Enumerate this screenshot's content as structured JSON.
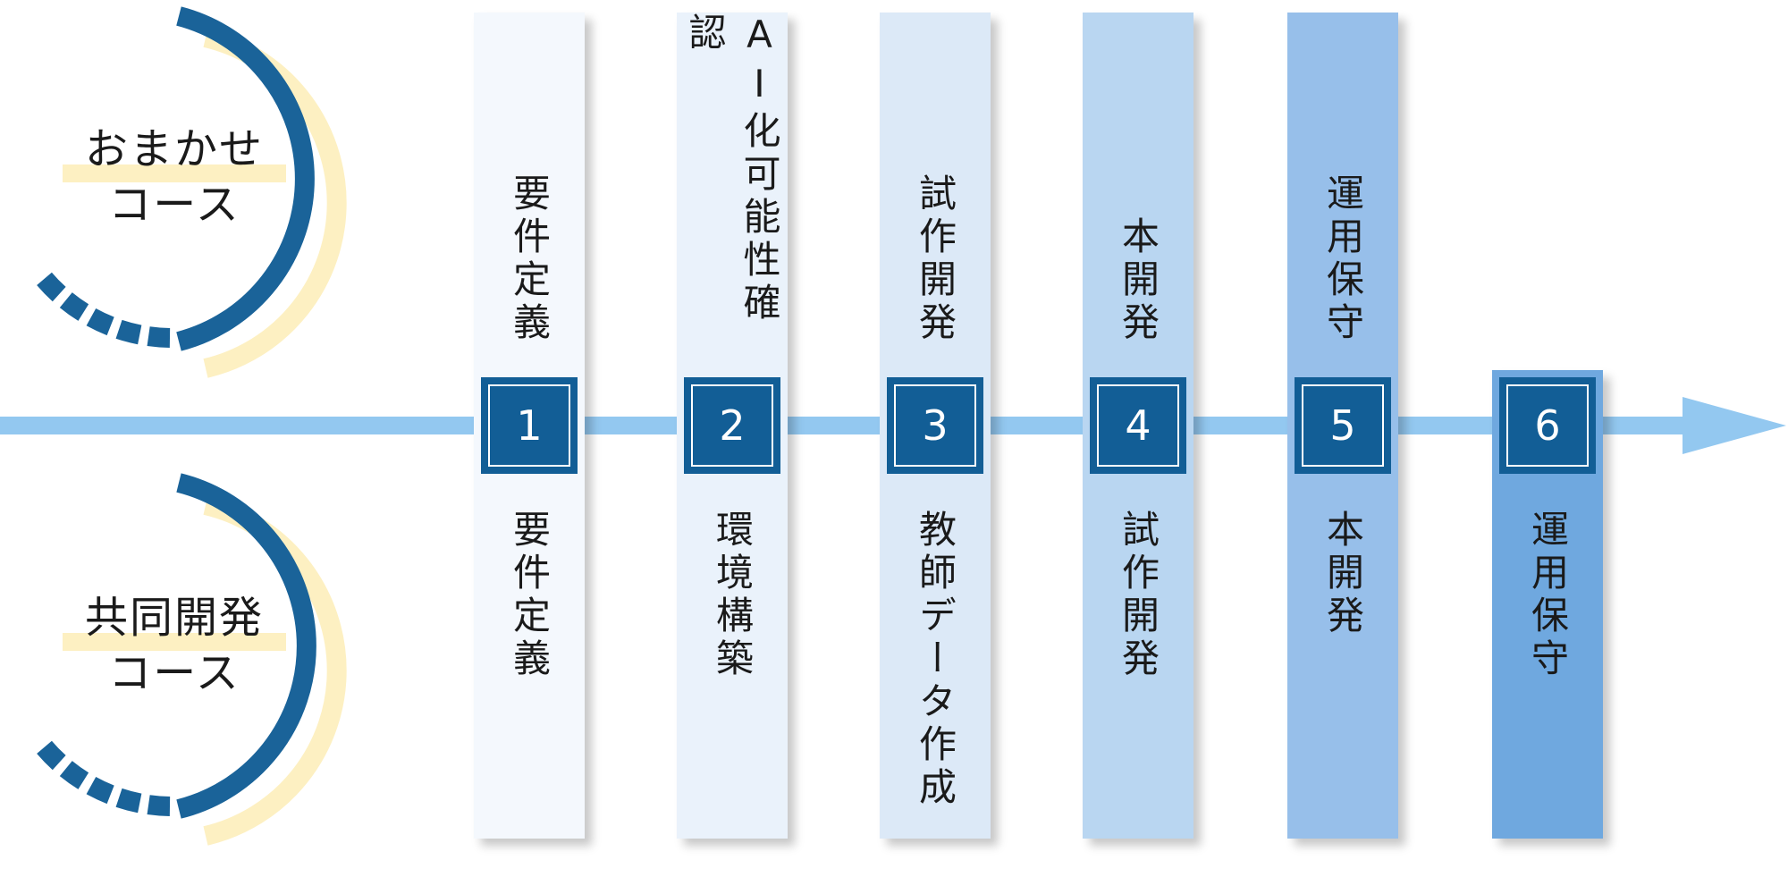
{
  "courses": [
    {
      "id": "omakase",
      "lines": [
        "おまかせ",
        "コース"
      ]
    },
    {
      "id": "kyodo",
      "lines": [
        "共同開発",
        "コース"
      ]
    }
  ],
  "steps": [
    {
      "number": "1",
      "top_label": "要件定義",
      "bottom_label": "要件定義",
      "color": "#f4f8fd"
    },
    {
      "number": "2",
      "top_label": "AI化可能性確認",
      "bottom_label": "環境構築",
      "color": "#eaf2fb"
    },
    {
      "number": "3",
      "top_label": "試作開発",
      "bottom_label": "教師データ作成",
      "color": "#dce9f7"
    },
    {
      "number": "4",
      "top_label": "本開発",
      "bottom_label": "試作開発",
      "color": "#b9d6f1"
    },
    {
      "number": "5",
      "top_label": "運用保守",
      "bottom_label": "本開発",
      "color": "#97bfea"
    },
    {
      "number": "6",
      "top_label": "",
      "bottom_label": "運用保守",
      "color": "#6fa8df"
    }
  ],
  "colors": {
    "badge": "#125e96",
    "arc": "#1a6399",
    "arc_shadow": "#fdf0c2",
    "timeline": "#93c8f0"
  }
}
